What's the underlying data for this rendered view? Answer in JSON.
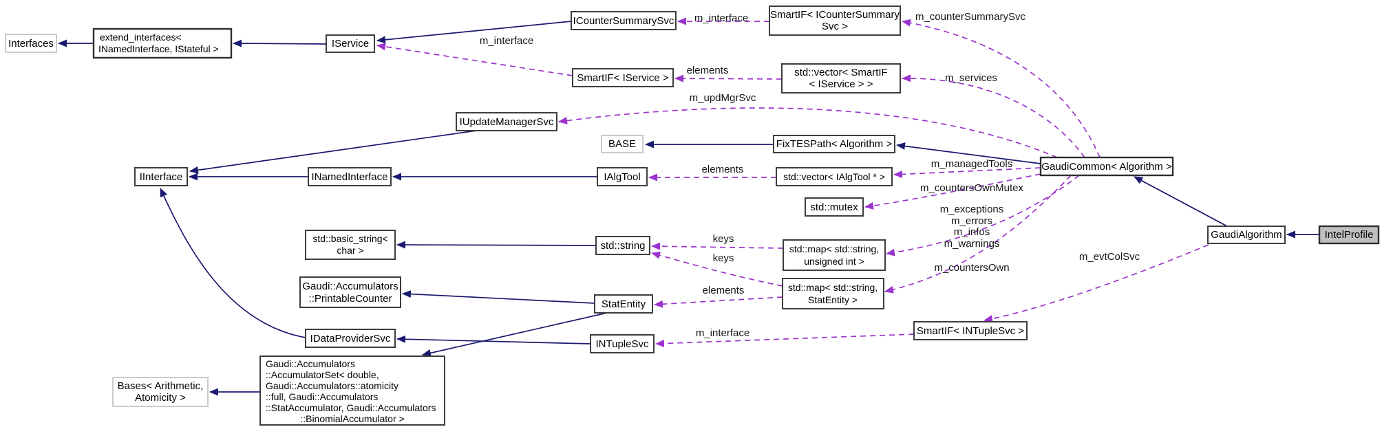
{
  "diagram": {
    "kind": "doxygen-collaboration-graph",
    "highlighted_node": "IntelProfile",
    "colors": {
      "inheritance_edge": "#191970",
      "usage_edge": "#9a32cd",
      "node_fill": "#ffffff",
      "node_border": "#3d3d3d",
      "external_node_border": "#bdbdbd",
      "highlighted_node_fill": "#bfbfbf",
      "background": "#ffffff"
    }
  },
  "nodes": {
    "interfaces": {
      "lines": [
        "Interfaces"
      ]
    },
    "extend_interfaces": {
      "lines": [
        "extend_interfaces<",
        " INamedInterface, IStateful >"
      ]
    },
    "iservice": {
      "lines": [
        "IService"
      ]
    },
    "icountersummarysvc": {
      "lines": [
        "ICounterSummarySvc"
      ]
    },
    "smartif_icountersummarysvc": {
      "lines": [
        "SmartIF< ICounterSummary",
        "Svc >"
      ]
    },
    "smartif_iservice": {
      "lines": [
        "SmartIF< IService >"
      ]
    },
    "vector_smartif_iservice": {
      "lines": [
        "std::vector< SmartIF",
        "< IService > >"
      ]
    },
    "iupdatemanagersvc": {
      "lines": [
        "IUpdateManagerSvc"
      ]
    },
    "base": {
      "lines": [
        "BASE"
      ]
    },
    "fixtespath": {
      "lines": [
        "FixTESPath< Algorithm >"
      ]
    },
    "iinterface": {
      "lines": [
        "IInterface"
      ]
    },
    "inamedinterface": {
      "lines": [
        "INamedInterface"
      ]
    },
    "ialgtool": {
      "lines": [
        "IAlgTool"
      ]
    },
    "vector_ialgtool": {
      "lines": [
        "std::vector< IAlgTool * >"
      ]
    },
    "gaudicommon": {
      "lines": [
        "GaudiCommon< Algorithm >"
      ]
    },
    "mutex": {
      "lines": [
        "std::mutex"
      ]
    },
    "basic_string": {
      "lines": [
        "std::basic_string<",
        "char >"
      ]
    },
    "string": {
      "lines": [
        "std::string"
      ]
    },
    "map_uint": {
      "lines": [
        "std::map< std::string,",
        "unsigned int >"
      ]
    },
    "printablecounter": {
      "lines": [
        "Gaudi::Accumulators",
        "::PrintableCounter"
      ]
    },
    "statentity": {
      "lines": [
        "StatEntity"
      ]
    },
    "map_statentity": {
      "lines": [
        "std::map< std::string,",
        "StatEntity >"
      ]
    },
    "idataprovidersvc": {
      "lines": [
        "IDataProviderSvc"
      ]
    },
    "intuplesvc": {
      "lines": [
        "INTupleSvc"
      ]
    },
    "smartif_intuplesvc": {
      "lines": [
        "SmartIF< INTupleSvc >"
      ]
    },
    "gaudialgorithm": {
      "lines": [
        "GaudiAlgorithm"
      ]
    },
    "intelprofile": {
      "lines": [
        "IntelProfile"
      ]
    },
    "bases": {
      "lines": [
        "Bases< Arithmetic,",
        "Atomicity >"
      ]
    },
    "accumulatorset": {
      "lines": [
        "Gaudi::Accumulators",
        "::AccumulatorSet< double,",
        " Gaudi::Accumulators::atomicity",
        "::full, Gaudi::Accumulators",
        "::StatAccumulator, Gaudi::Accumulators",
        "::BinomialAccumulator >"
      ]
    }
  },
  "edges": {
    "smartif_counter_to_icountersummarysvc": {
      "label": "m_interface"
    },
    "gaudicommon_to_smartif_counter": {
      "label": "m_counterSummarySvc"
    },
    "smartif_iservice_to_iservice": {
      "label": "m_interface"
    },
    "vector_services_to_smartif_iservice": {
      "label": "elements"
    },
    "gaudicommon_to_vector_services": {
      "label": "m_services"
    },
    "gaudicommon_to_iupdatemanagersvc": {
      "label": "m_updMgrSvc"
    },
    "vector_tools_to_ialgtool": {
      "label": "elements"
    },
    "gaudicommon_to_vector_tools": {
      "label": "m_managedTools"
    },
    "gaudicommon_to_mutex": {
      "label": "m_countersOwnMutex"
    },
    "gaudicommon_to_map_uint": {
      "labels": [
        "m_exceptions",
        "m_errors",
        "m_infos",
        "m_warnings"
      ]
    },
    "map_uint_to_string": {
      "label": "keys"
    },
    "map_statentity_to_string": {
      "label": "keys"
    },
    "gaudicommon_to_map_statentity": {
      "label": "m_countersOwn"
    },
    "map_statentity_to_statentity": {
      "label": "elements"
    },
    "smartif_ntuple_to_intuplesvc": {
      "label": "m_interface"
    },
    "gaudialgorithm_to_smartif_ntuple": {
      "label": "m_evtColSvc"
    }
  }
}
